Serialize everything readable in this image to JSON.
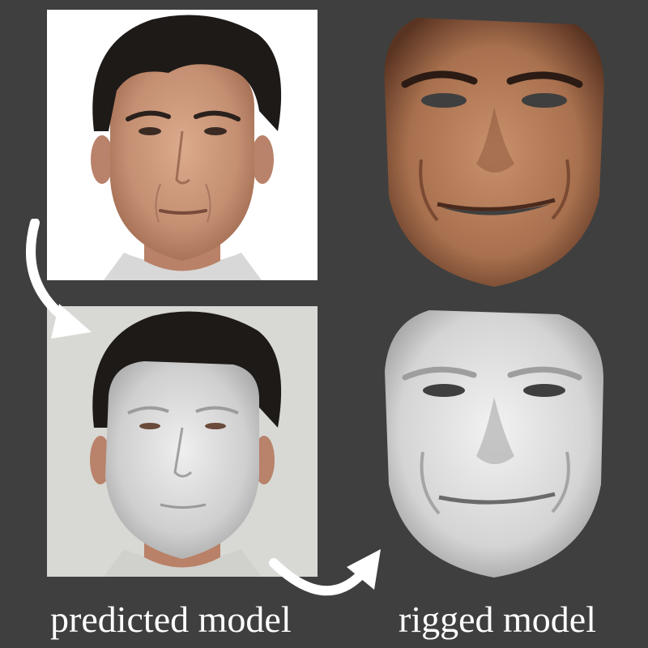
{
  "captions": {
    "left": "predicted model",
    "right": "rigged model"
  },
  "panels": {
    "photo": "input-photo",
    "overlay": "predicted-model-overlay",
    "textured": "textured-mesh",
    "gray": "gray-mesh"
  },
  "colors": {
    "background": "#3f3f3f",
    "skin": "#c9957a",
    "hair": "#1d1a18",
    "mesh_gray": "#d4d4d4",
    "textured_skin": "#a8704e",
    "caption": "#ffffff"
  },
  "icons": {
    "arrow_left": "curved-arrow-icon",
    "arrow_bottom": "curved-arrow-icon"
  }
}
